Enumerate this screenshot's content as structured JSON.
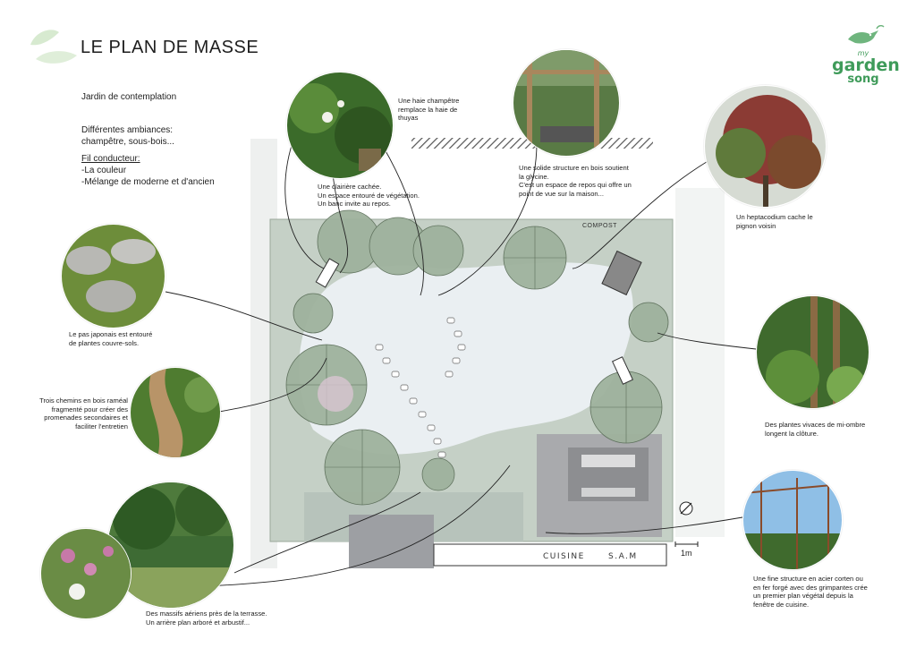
{
  "header": {
    "title": "LE PLAN DE MASSE",
    "logo": {
      "small": "my",
      "line1": "garden",
      "line2": "song"
    }
  },
  "intro": {
    "line1": "Jardin de contemplation",
    "ambiances_1": "Différentes ambiances:",
    "ambiances_2": "champêtre, sous-bois...",
    "fil_title": "Fil conducteur:",
    "fil_1": "-La couleur",
    "fil_2": "-Mélange de moderne et d'ancien"
  },
  "captions": {
    "haie": [
      "Une haie champêtre",
      "remplace la haie de",
      "thuyas"
    ],
    "clairiere": [
      "Une clairière cachée.",
      "Un espace entouré de végétation.",
      "Un banc invite au repos."
    ],
    "structure": [
      "Une solide structure en bois soutient",
      "la glycine.",
      "C'est un espace de repos qui offre un",
      "point de vue sur la maison..."
    ],
    "heptacodium": [
      "Un heptacodium cache le",
      "pignon voisin"
    ],
    "pas_japonais": [
      "Le pas japonais est entouré",
      "de plantes couvre-sols."
    ],
    "chemins": [
      "Trois chemins en bois raméal",
      "fragmenté pour créer des",
      "promenades secondaires et",
      "faciliter l'entretien"
    ],
    "vivaces": [
      "Des plantes vivaces de mi-ombre",
      "longent la clôture."
    ],
    "massifs": [
      "Des massifs aériens près de la terrasse.",
      "Un arrière plan arboré et arbustif..."
    ],
    "corten": [
      "Une fine structure en acier corten ou",
      "en fer forgé avec des grimpantes crée",
      "un premier plan végétal depuis la",
      "fenêtre de cuisine."
    ]
  },
  "plan": {
    "compost": "COMPOST",
    "cuisine": "CUISINE",
    "sam": "S.A.M",
    "scale": "1m"
  },
  "icons": [
    "leaf-icon",
    "bird-icon",
    "north-arrow-icon",
    "bench-icon"
  ],
  "colors": {
    "accent": "#3f9b5a",
    "leaf": "#c9e3c0",
    "lawn": "#e6ecef",
    "tree": "#8fa88c"
  }
}
